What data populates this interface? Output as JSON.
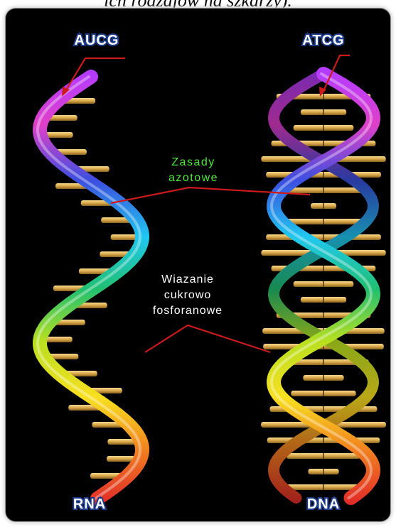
{
  "caption": "ich rodzajów na szkarzy).",
  "labels": {
    "rna_bases": "AUCG",
    "dna_bases": "ATCG",
    "rna_name": "RNA",
    "dna_name": "DNA",
    "nitrogen_bases_line1": "Zasady",
    "nitrogen_bases_line2": "azotowe",
    "backbone_line1": "Wiazanie",
    "backbone_line2": "cukrowo",
    "backbone_line3": "fosforanowe"
  },
  "colors": {
    "background": "#000000",
    "pointer": "#cc1a1a",
    "rung": "#e0b25a",
    "nitrogen_label": "#4ee93a",
    "backbone_label": "#ffffff"
  }
}
